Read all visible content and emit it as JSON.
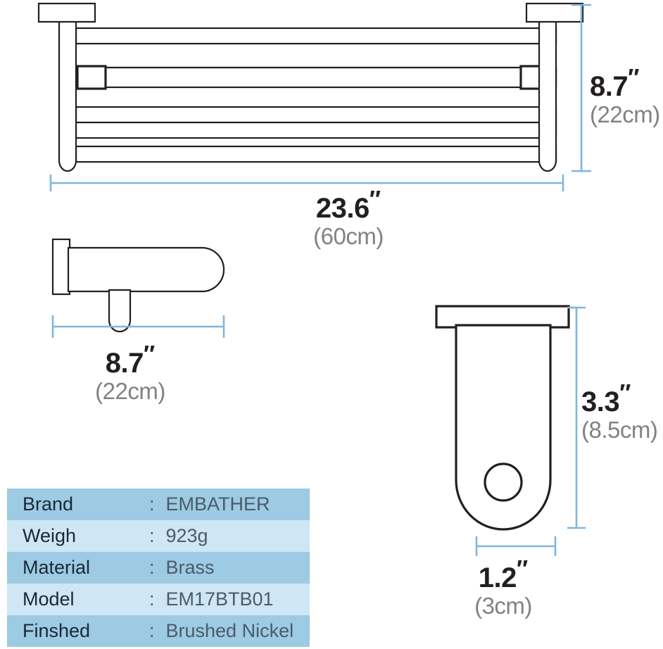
{
  "product": {
    "type": "bathroom-towel-rack-dimension-diagram"
  },
  "dimensions": {
    "main_width": {
      "imperial": "23.6",
      "unit": "″",
      "metric": "(60cm)"
    },
    "main_height": {
      "imperial": "8.7",
      "unit": "″",
      "metric": "(22cm)"
    },
    "side_depth": {
      "imperial": "8.7",
      "unit": "″",
      "metric": "(22cm)"
    },
    "bracket_height": {
      "imperial": "3.3",
      "unit": "″",
      "metric": "(8.5cm)"
    },
    "bracket_width": {
      "imperial": "1.2",
      "unit": "″",
      "metric": "(3cm)"
    }
  },
  "spec_table": {
    "rows": [
      {
        "key": "Brand",
        "separator": ":",
        "value": "EMBATHER"
      },
      {
        "key": "Weigh",
        "separator": ":",
        "value": "923g"
      },
      {
        "key": "Material",
        "separator": ":",
        "value": "Brass"
      },
      {
        "key": "Model",
        "separator": ":",
        "value": "EM17BTB01"
      },
      {
        "key": "Finshed",
        "separator": ":",
        "value": "Brushed Nickel"
      }
    ]
  },
  "colors": {
    "dimension_line": "#7fb6dd",
    "outline": "#231f20",
    "row_odd": "#9ccbe3",
    "row_even": "#cfe6f4",
    "imperial_text": "#231f20",
    "metric_text": "#808285",
    "key_text": "#1b2836",
    "value_text": "#4b5b68"
  }
}
